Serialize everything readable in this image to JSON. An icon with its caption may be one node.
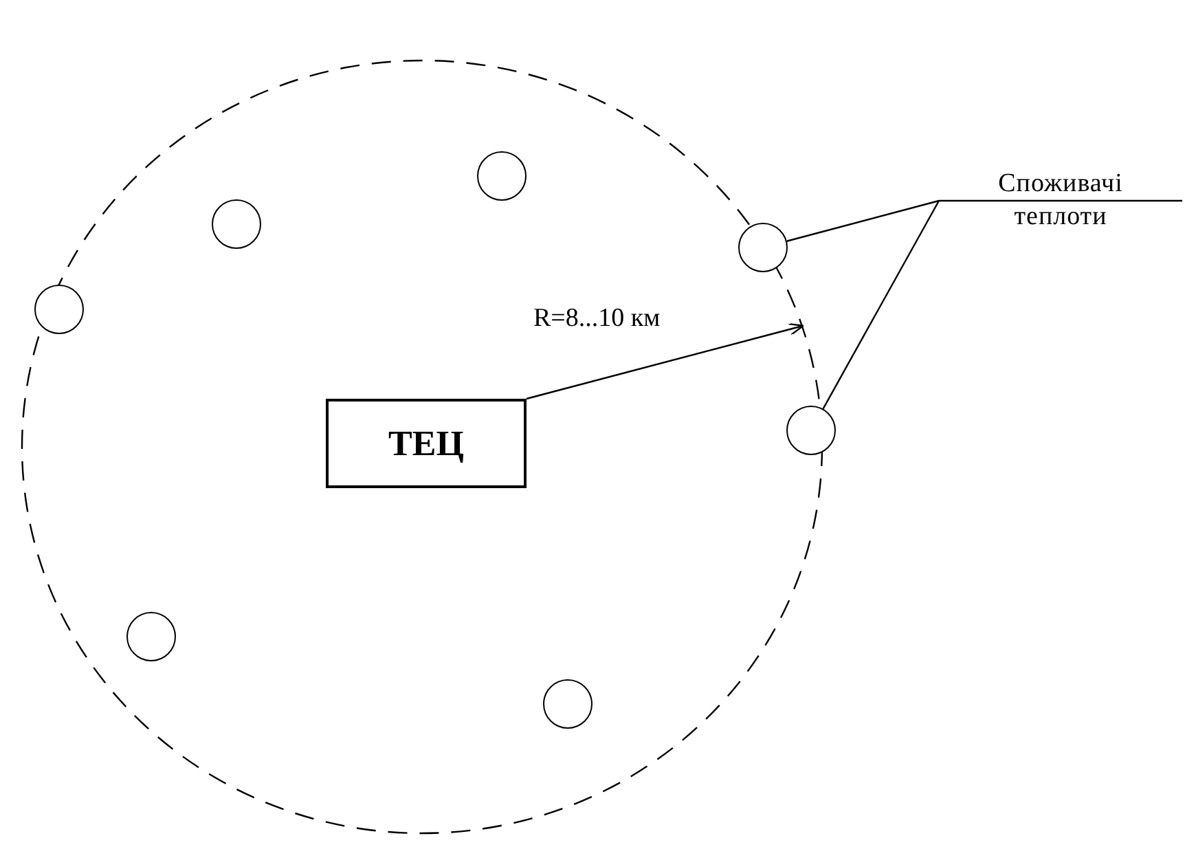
{
  "diagram": {
    "nodes": [
      {
        "text": [],
        "shape": "circle"
      },
      {
        "text": [
          "ТЕЦ"
        ],
        "in": 0
      },
      {
        "text": [],
        "shape": "circle",
        "in": 0
      },
      {
        "text": [],
        "shape": "circle",
        "in": 0
      },
      {
        "text": [],
        "shape": "circle",
        "in": 0
      },
      {
        "text": [],
        "shape": "circle",
        "in": 0
      },
      {
        "text": [],
        "shape": "circle",
        "in": 0
      },
      {
        "text": [],
        "shape": "circle",
        "in": 0
      },
      {
        "text": [],
        "shape": "circle",
        "in": 0
      },
      {
        "text": [
          "Споживачі теплоти"
        ]
      }
    ],
    "edges": [
      {
        "from": 1,
        "to": 0,
        "arrow": "to",
        "label": "R=8...10 км"
      },
      {
        "from": 9,
        "to": 7,
        "arrow": "none"
      },
      {
        "from": 9,
        "to": 8,
        "arrow": "none"
      }
    ]
  }
}
